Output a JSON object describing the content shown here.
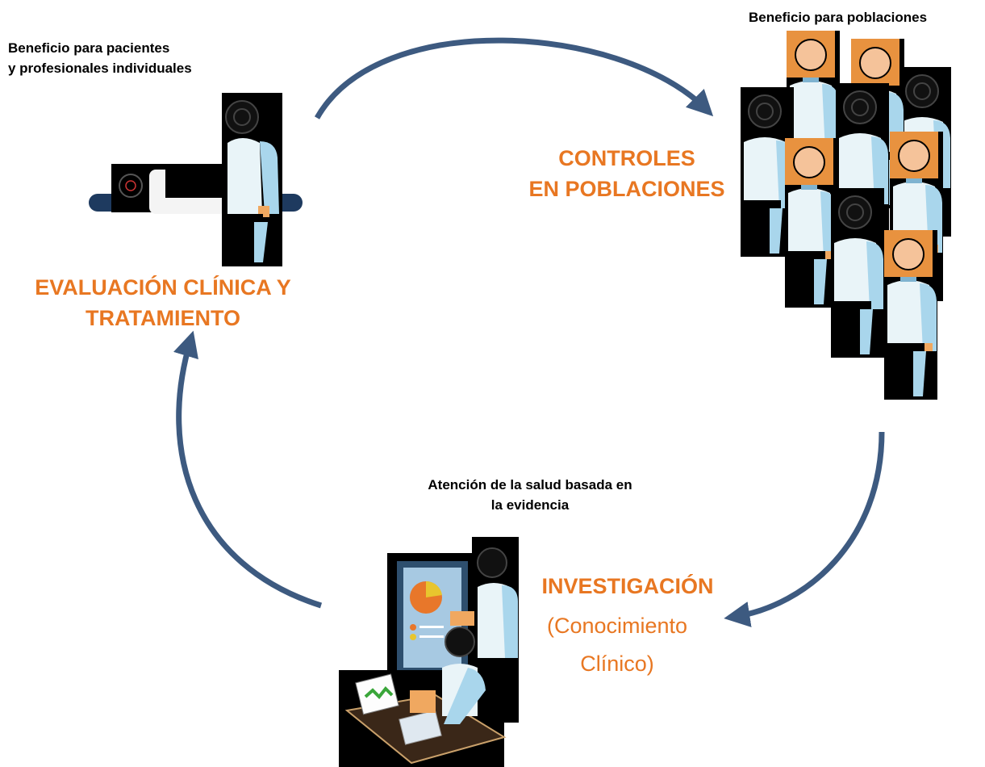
{
  "captions": {
    "individual_l1": "Beneficio para pacientes",
    "individual_l2": "y profesionales individuales",
    "populations": "Beneficio para poblaciones",
    "evidence_l1": "Atención de la salud basada en",
    "evidence_l2": "la evidencia"
  },
  "stages": {
    "clinical_l1": "EVALUACIÓN CLÍNICA Y",
    "clinical_l2": "TRATAMIENTO",
    "controls_l1": "CONTROLES",
    "controls_l2": "EN POBLACIONES",
    "research_l1": "INVESTIGACIÓN",
    "research_l2": "(Conocimiento",
    "research_l3": "Clínico)"
  },
  "colors": {
    "accent": "#e87722",
    "arrow": "#3d5a80",
    "coat": "#a9d6ec",
    "skin": "#f0a860",
    "dark": "#000000"
  },
  "icons": [
    "doctor-with-patient-icon",
    "population-crowd-icon",
    "research-desk-icon"
  ]
}
